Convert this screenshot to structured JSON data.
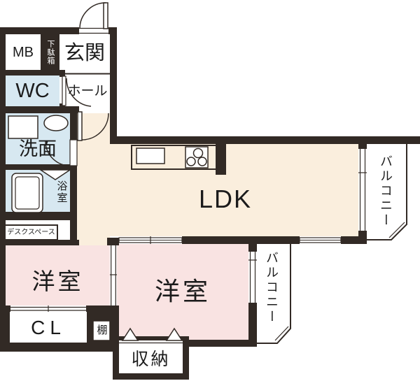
{
  "plan": {
    "type": "japanese-apartment-floor-plan",
    "colors": {
      "wall": "#322a25",
      "ldk_floor": "#faeedd",
      "room_floor": "#f9e3e2",
      "wet_area_floor": "#d7e8f1",
      "label_text": "#1b1b1b",
      "shoe_box_text": "#ffffff",
      "background": "#ffffff"
    },
    "rooms": {
      "mb": {
        "label": "MB"
      },
      "shoe_box": {
        "label": "下駄箱"
      },
      "entrance": {
        "label": "玄関"
      },
      "wc": {
        "label": "WC"
      },
      "hall": {
        "label": "ホール"
      },
      "washroom": {
        "label": "洗面"
      },
      "bathroom": {
        "label": "浴室"
      },
      "desk_space": {
        "label": "デスクスペース"
      },
      "ldk": {
        "label": "LDK"
      },
      "western_room_1": {
        "label": "洋室"
      },
      "western_room_2": {
        "label": "洋室"
      },
      "closet": {
        "label": "CL"
      },
      "shelf": {
        "label": "棚"
      },
      "storage": {
        "label": "収納"
      },
      "balcony_right": {
        "label": "バルコニー"
      },
      "balcony_bottom": {
        "label": "バルコニー"
      }
    }
  }
}
